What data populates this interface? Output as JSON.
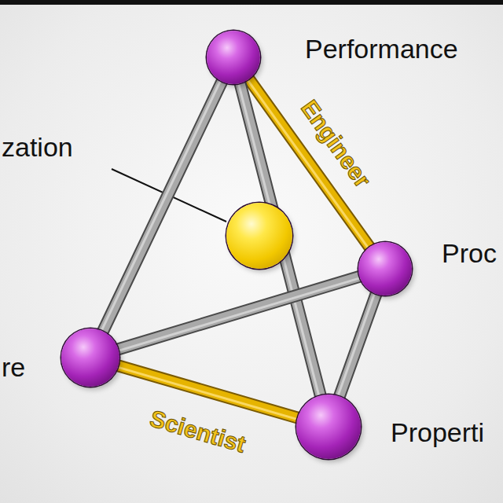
{
  "diagram": {
    "nodes": [
      {
        "text": [
          "Performance"
        ]
      },
      {
        "text": [
          "zation"
        ]
      },
      {
        "text": [
          "Proc"
        ]
      },
      {
        "text": [
          "re"
        ]
      },
      {
        "text": [
          "Properti"
        ]
      }
    ],
    "edges": [
      {
        "from": 0,
        "to": 2,
        "arrow": "none",
        "label": "Engineer"
      },
      {
        "from": 0,
        "to": 3,
        "arrow": "none"
      },
      {
        "from": 0,
        "to": 4,
        "arrow": "none"
      },
      {
        "from": 3,
        "to": 2,
        "arrow": "none"
      },
      {
        "from": 3,
        "to": 4,
        "arrow": "none",
        "label": "Scientist"
      },
      {
        "from": 2,
        "to": 4,
        "arrow": "none"
      }
    ]
  }
}
